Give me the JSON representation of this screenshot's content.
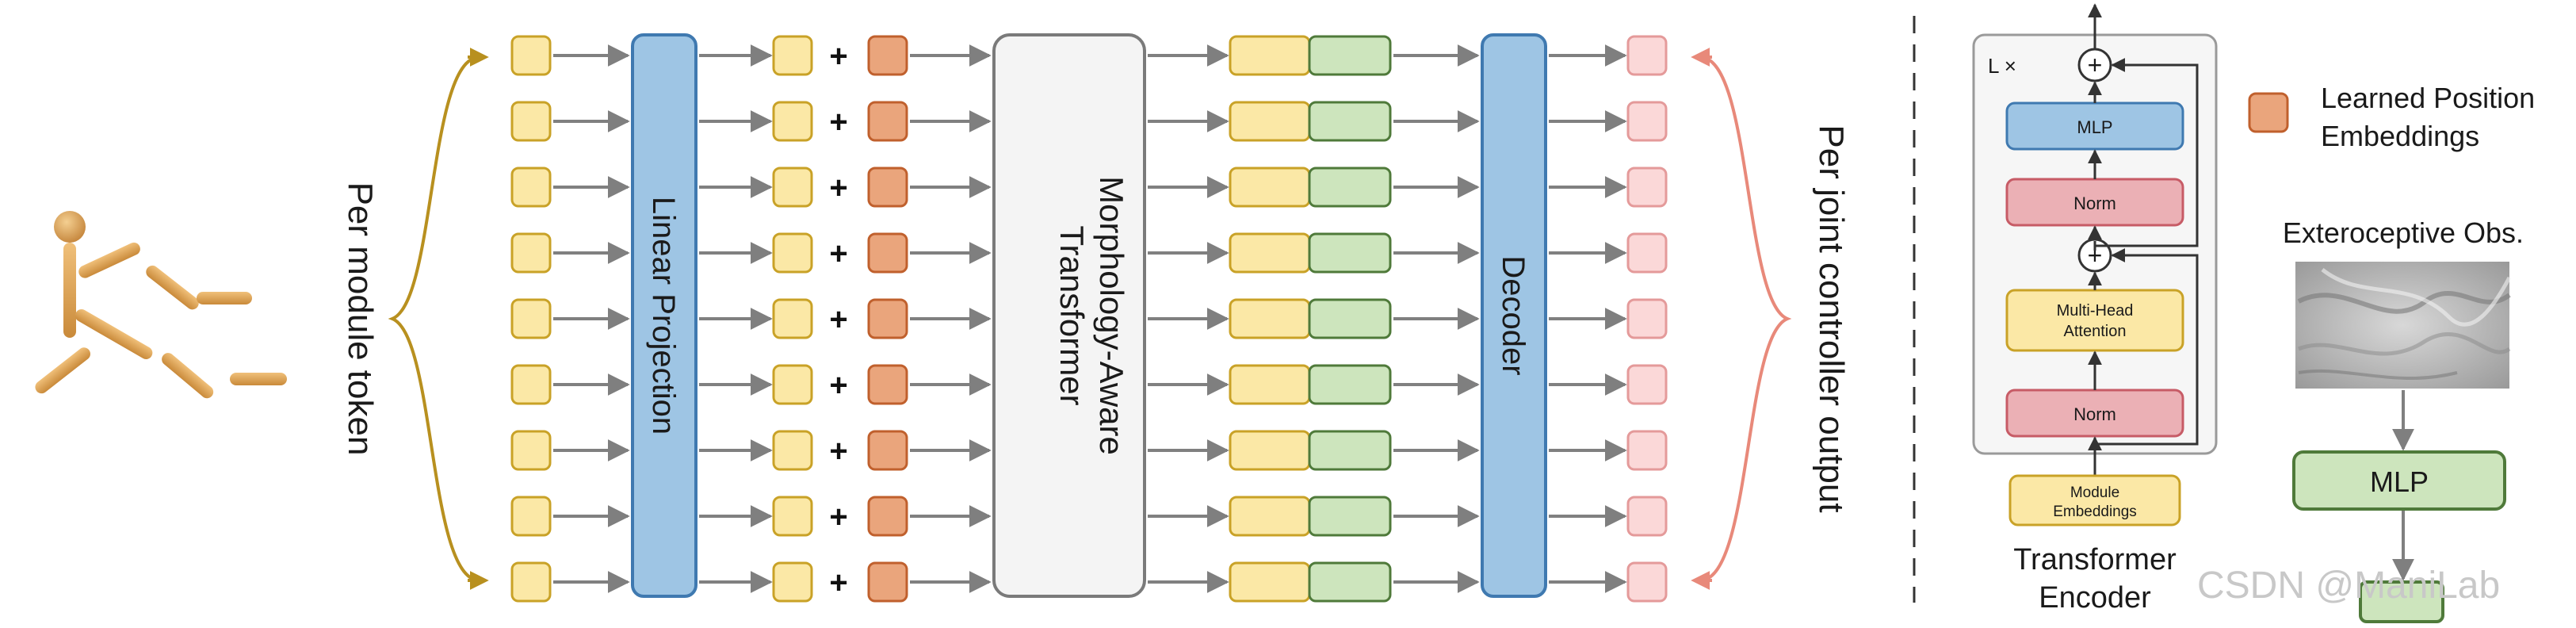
{
  "left_label": "Per module token",
  "right_label": "Per joint controller output",
  "linear_projection_label": "Linear Projection",
  "transformer_label_line1": "Morphology-Aware",
  "transformer_label_line2": "Transformer",
  "decoder_label": "Decoder",
  "plus_symbol": "+",
  "token_rows": 9,
  "encoder": {
    "repeat_label": "L ×",
    "mlp_label": "MLP",
    "norm_top_label": "Norm",
    "attention_line1": "Multi-Head",
    "attention_line2": "Attention",
    "norm_bottom_label": "Norm",
    "input_line1": "Module",
    "input_line2": "Embeddings",
    "add_symbol": "+",
    "caption_line1": "Transformer",
    "caption_line2": "Encoder"
  },
  "legend": {
    "line1": "Learned Position",
    "line2": "Embeddings"
  },
  "extero": {
    "title": "Exteroceptive Obs.",
    "mlp_label": "MLP"
  },
  "watermark": "CSDN @ManiLab",
  "colors": {
    "yellow": "#fbe8a6",
    "yellow_stroke": "#c9a227",
    "orange": "#eaa57c",
    "orange_stroke": "#c0602d",
    "green": "#cde5bd",
    "green_stroke": "#4f7a3a",
    "blue": "#9ec5e4",
    "blue_stroke": "#3f79b0",
    "pink": "#fbd8d8",
    "pink_stroke": "#e49a9a",
    "red_norm": "#ebb0b5",
    "red_norm_stroke": "#c75b66",
    "gold_brace": "#b8901f",
    "salmon_brace": "#e8897a",
    "arrow": "#808080"
  }
}
